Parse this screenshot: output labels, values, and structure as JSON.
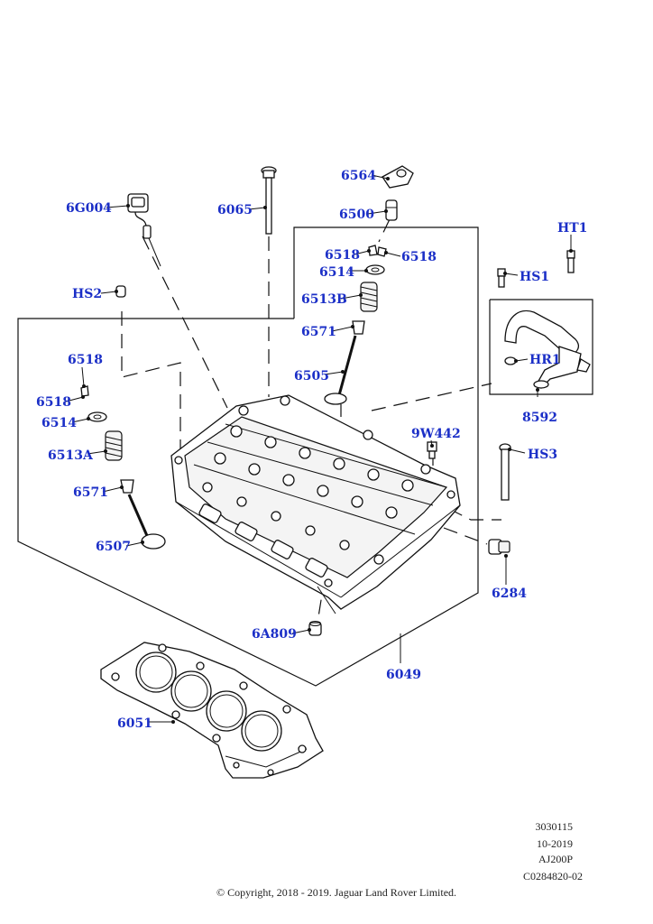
{
  "diagram": {
    "callouts": {
      "p6G004": "6G004",
      "p6065": "6065",
      "p6564": "6564",
      "p6500": "6500",
      "p6518_top_left": "6518",
      "p6518_top_right": "6518",
      "p6514_top": "6514",
      "p6513B": "6513B",
      "p6571_top": "6571",
      "p6505": "6505",
      "pHS2": "HS2",
      "pHT1": "HT1",
      "pHS1": "HS1",
      "pHR1": "HR1",
      "p8592": "8592",
      "p6518_left": "6518",
      "p6518_left2": "6518",
      "p6514_left": "6514",
      "p6513A": "6513A",
      "p6571_left": "6571",
      "p6507": "6507",
      "p9W442": "9W442",
      "pHS3": "HS3",
      "p6284": "6284",
      "p6A809": "6A809",
      "p6049": "6049",
      "p6051": "6051"
    },
    "colors": {
      "callout": "#1b2fc7",
      "line": "#111111"
    }
  },
  "footer": {
    "code1": "3030115",
    "date": "10-2019",
    "model": "AJ200P",
    "ref": "C0284820-02",
    "copyright": "© Copyright, 2018 - 2019. Jaguar Land Rover Limited."
  }
}
